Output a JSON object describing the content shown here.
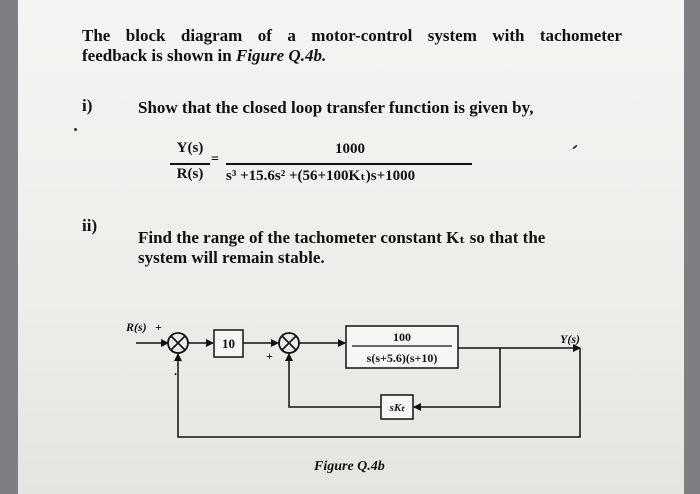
{
  "intro": {
    "line1": "The block diagram of a motor-control system with tachometer",
    "line2_prefix": "feedback is shown in ",
    "line2_figure": "Figure Q.4b."
  },
  "q1": {
    "number": "i)",
    "text": "Show that the closed loop transfer function is given by,"
  },
  "equation": {
    "lhs_num": "Y(s)",
    "lhs_den": "R(s)",
    "equals": "=",
    "rhs_num": "1000",
    "rhs_den": "s³ +15.6s² +(56+100Kₜ)s+1000"
  },
  "q2": {
    "number": "ii)",
    "line1": "Find the range of the tachometer constant Kₜ so that the",
    "line2": "system will remain stable."
  },
  "diagram": {
    "input_label": "R(s)",
    "output_label": "Y(s)",
    "plus_sign": "+",
    "gain_block": "10",
    "plant_num": "100",
    "plant_den": "s(s+5.6)(s+10)",
    "feedback_block": "sKₜ"
  },
  "caption": "Figure Q.4b"
}
